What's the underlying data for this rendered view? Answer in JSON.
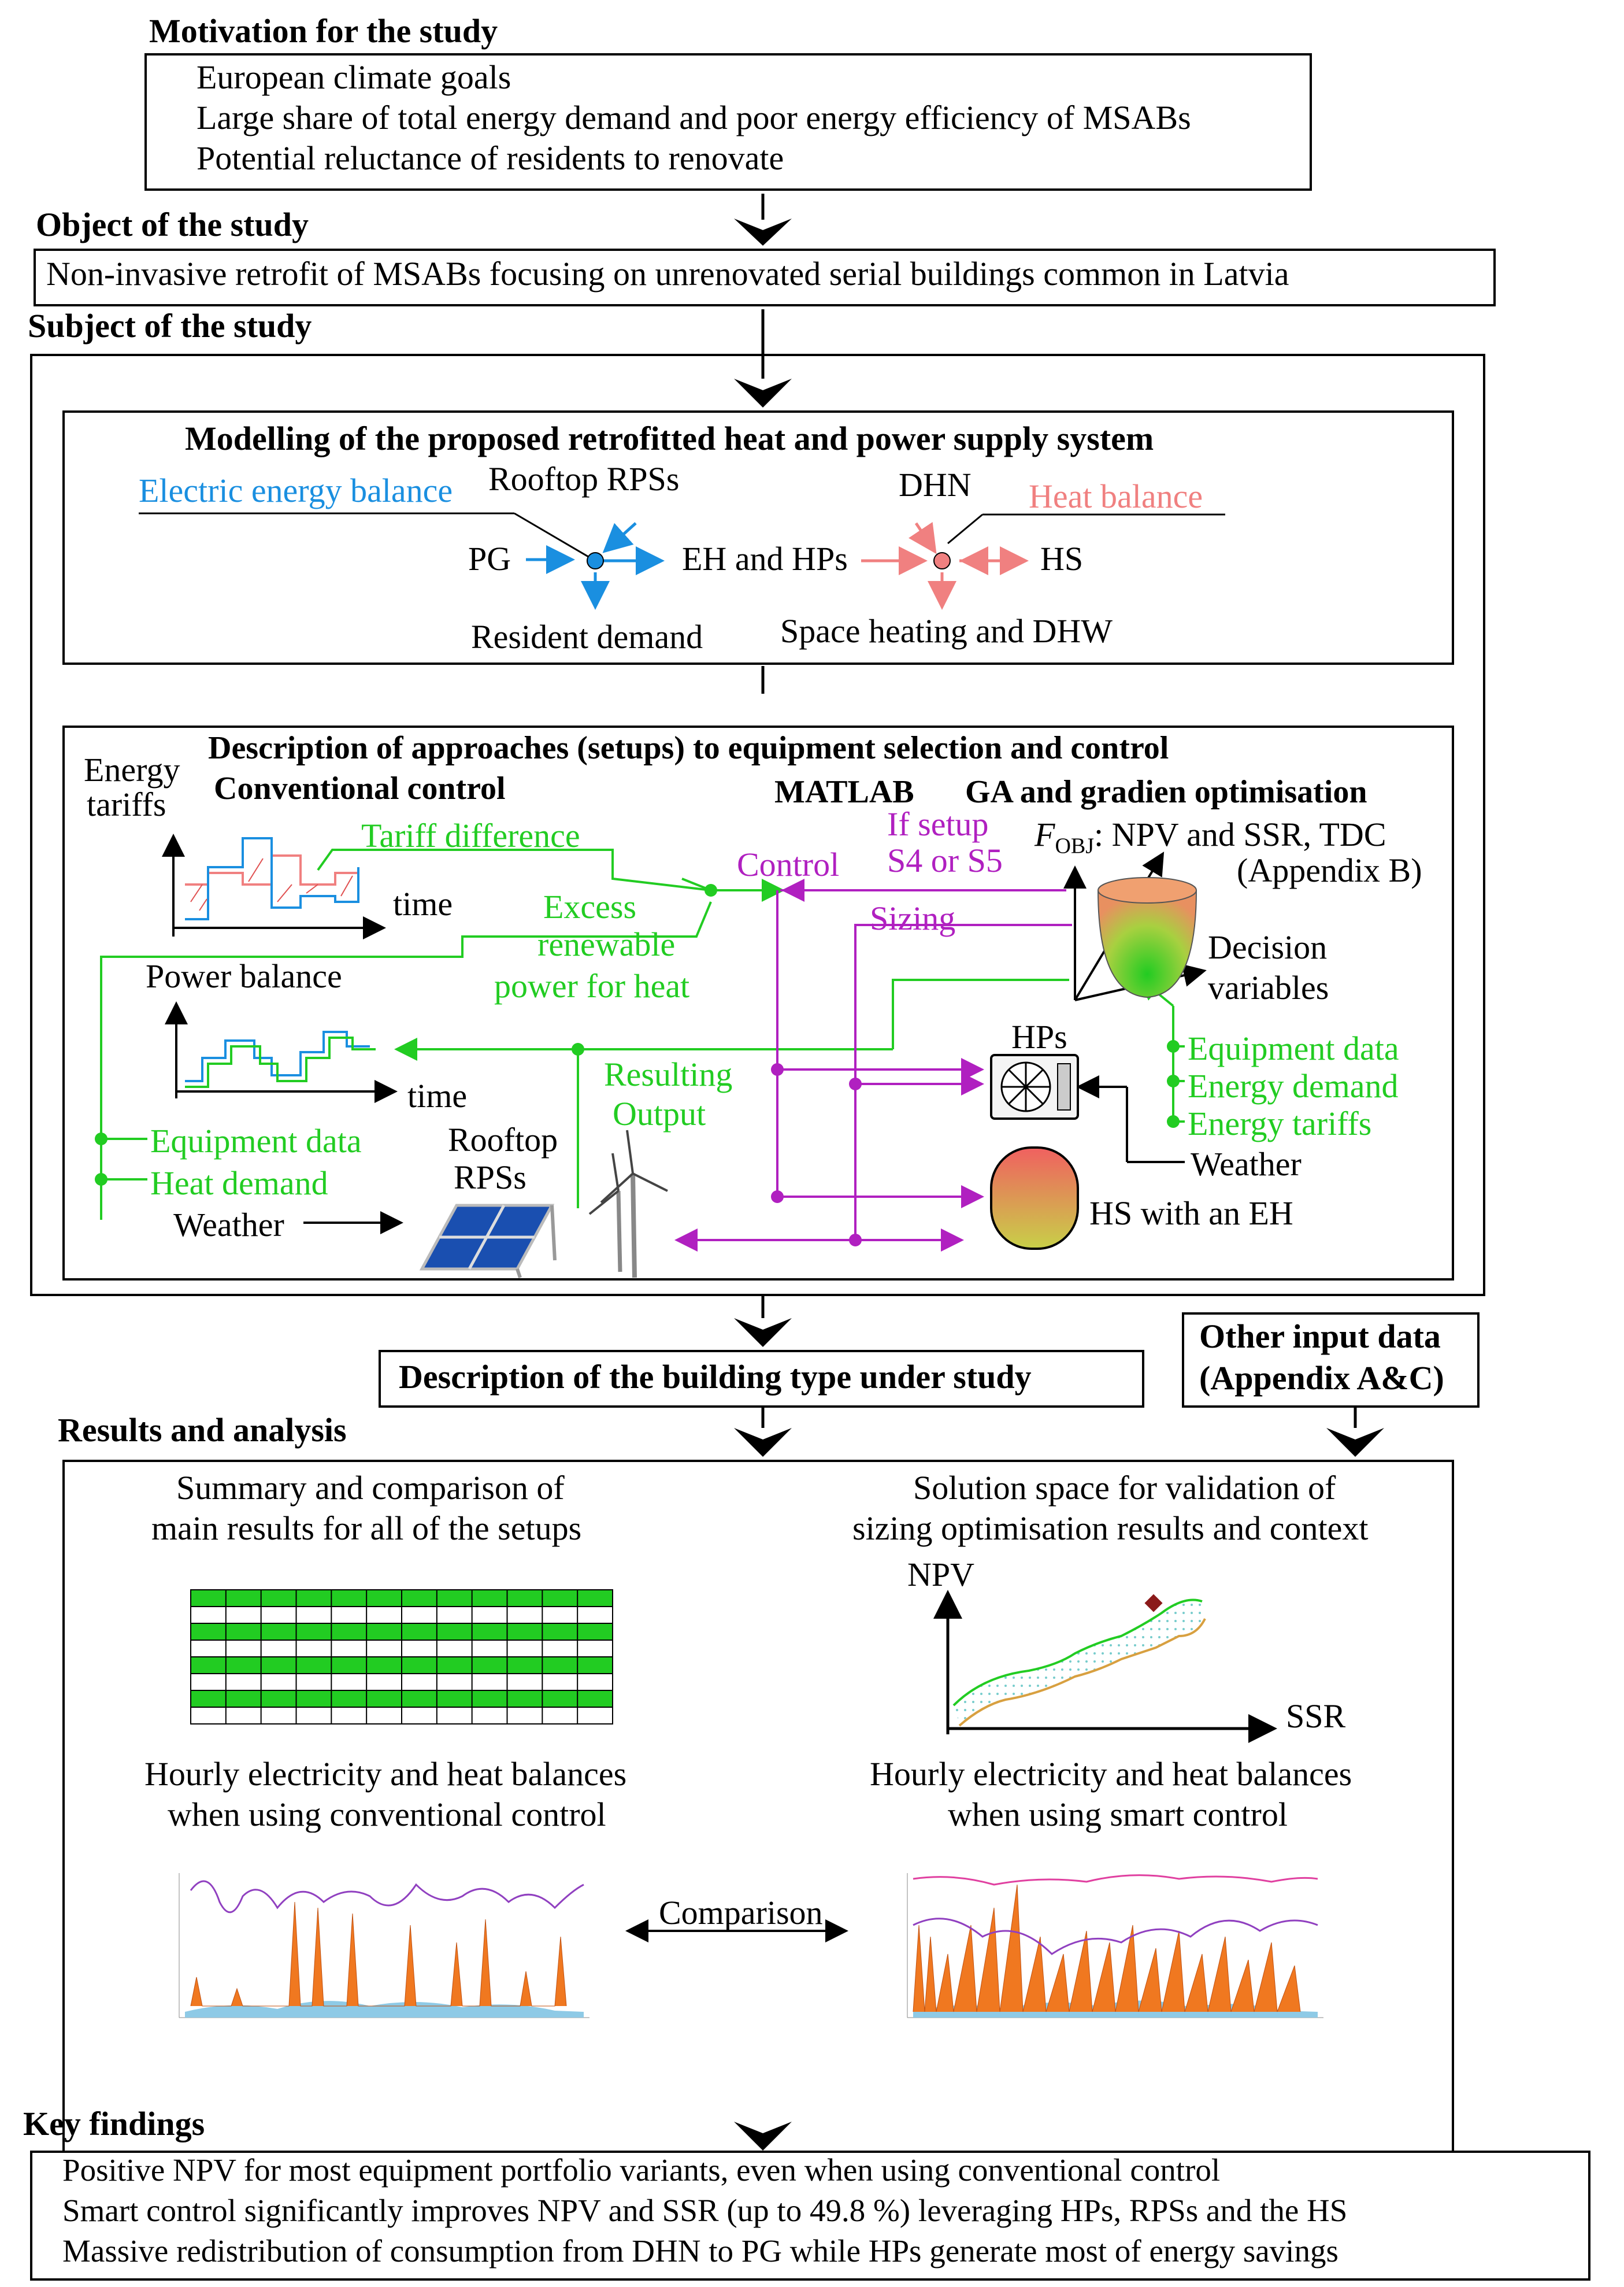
{
  "motivation": {
    "header": "Motivation for the study",
    "items": [
      "European climate goals",
      "Large share of total energy demand and poor energy efficiency of MSABs",
      "Potential reluctance of residents to renovate"
    ]
  },
  "object": {
    "header": "Object of the study",
    "text": "Non-invasive retrofit of MSABs focusing  on unrenovated serial buildings common in Latvia"
  },
  "subject": {
    "header": "Subject of the study",
    "modelling": {
      "title": "Modelling of the proposed retrofitted heat and power supply system",
      "electric_balance": "Electric energy  balance",
      "rooftop_rps": "Rooftop RPSs",
      "pg": "PG",
      "eh_hps": "EH and HPs",
      "resident_demand": "Resident demand",
      "dhn": "DHN",
      "heat_balance": "Heat balance",
      "hs": "HS",
      "space_heating": "Space heating and DHW"
    },
    "approaches": {
      "title": "Description of approaches (setups) to equipment selection and control",
      "conventional": "Conventional control",
      "energy_tariffs_1": "Energy",
      "energy_tariffs_2": "tariffs",
      "time": "time",
      "tariff_difference": "Tariff difference",
      "excess_1": "Excess",
      "excess_2": "renewable",
      "excess_3": "power for heat",
      "power_balance": "Power balance",
      "resulting_1": "Resulting",
      "resulting_2": "Output",
      "equipment_data": "Equipment data",
      "heat_demand": "Heat demand",
      "weather": "Weather",
      "rooftop_1": "Rooftop",
      "rooftop_2": "RPSs",
      "matlab": "MATLAB",
      "control": "Control",
      "if_setup_1": "If setup",
      "if_setup_2": "S4 or S5",
      "sizing": "Sizing",
      "ga": "GA and gradien optimisation",
      "fobj_f": "F",
      "fobj_sub": "OBJ",
      "fobj_rest": ": NPV and SSR, TDC",
      "appendix_b": "(Appendix B)",
      "decision_1": "Decision",
      "decision_2": "variables",
      "hps": "HPs",
      "right_equipment": "Equipment data",
      "right_energy_demand": "Energy demand",
      "right_energy_tariffs": "Energy tariffs",
      "right_weather": "Weather",
      "hs_eh": "HS with an EH"
    }
  },
  "building": {
    "text": "Description of the building type under study"
  },
  "other_input": {
    "line1": "Other input data",
    "line2": "(Appendix A&C)"
  },
  "results": {
    "header": "Results and analysis",
    "summary_1": "Summary and comparison of",
    "summary_2": "main results for all of the setups",
    "solution_1": "Solution space for validation of",
    "solution_2": "sizing optimisation results and context",
    "npv": "NPV",
    "ssr": "SSR",
    "hourly_conv_1": "Hourly electricity and heat balances",
    "hourly_conv_2": "when using conventional control",
    "hourly_smart_1": "Hourly electricity and heat balances",
    "hourly_smart_2": "when using smart control",
    "comparison": "Comparison"
  },
  "key_findings": {
    "header": "Key findings",
    "items": [
      "Positive NPV for most equipment portfolio variants, even when using conventional control",
      "Smart control significantly improves NPV and SSR (up to 49.8 %) leveraging HPs, RPSs and the HS",
      "Massive redistribution of consumption from DHN to PG while HPs generate most of energy savings"
    ]
  },
  "colors": {
    "electric": "#1a8fe0",
    "heat": "#f08080",
    "green": "#22cc22",
    "purple": "#b020c0",
    "table_green": "#22cc22"
  },
  "icons": [
    "arrow-down-icon",
    "electric-node-icon",
    "heat-node-icon",
    "solar-panel-icon",
    "wind-turbine-icon",
    "heat-pump-icon",
    "storage-tank-icon",
    "bowl-surface-icon"
  ]
}
